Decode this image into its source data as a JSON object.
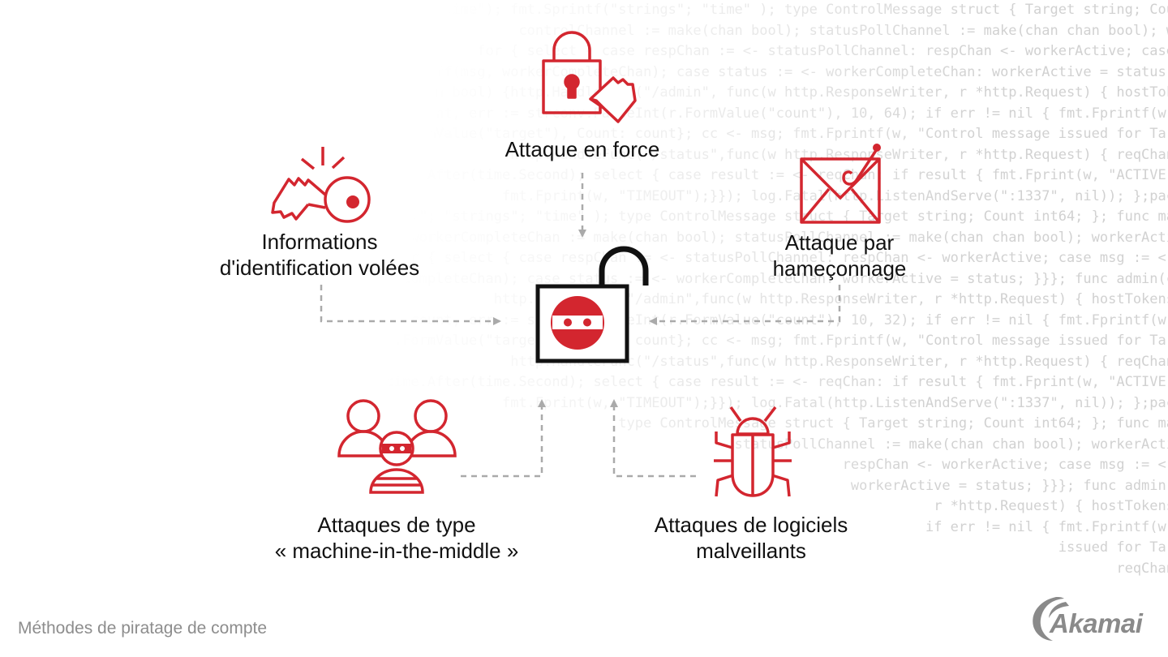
{
  "background_code": [
    "(\"time\"); fmt.Sprintf(\"strings\"; \"time\" ); type ControlMessage struct { Target string; Cou",
    "controlChannel := make(chan bool); statusPollChannel := make(chan chan bool); w",
    "for { select { case respChan := <- statusPollChannel: respChan <- workerActive; case",
    "msg; workerActive = true; go doStuff(msg, workerCompleteChan); case status := <- workerCompleteChan: workerActive = status;",
    "func admin(cc chan ControlMessage, statusPollChannel chan chan bool) {http.HandleFunc(\"/admin\", func(w http.ResponseWriter, r *http.Request) { hostTok",
    "count, err := strconv.ParseInt(r.FormValue(\"count\"), 10, 64); if err != nil { fmt.Fprintf(w,",
    "msg := ControlMessage{Target: r.FormValue(\"target\"), Count: count}; cc <- msg; fmt.Fprintf(w, \"Control message issued for Tar",
    "http.HandleFunc(\"/status\",func(w http.ResponseWriter, r *http.Request) { reqChan",
    "timeout := time.After(time.Second); select { case result := <- reqChan: if result { fmt.Fprint(w, \"ACTIVE\"",
    "fmt.Fprint(w, \"TIMEOUT\");}}); log.Fatal(http.ListenAndServe(\":1337\", nil)); };pac",
    "import ( \"fmt\"; \"html\"; \"log\"; \"net/http\"; \"strconv\"; \"strings\"; \"time\" ); type ControlMessage struct { Target string; Count int64; }; func ma",
    "controlChannel := make(chan ControlMessage);workerCompleteChan := make(chan bool); statusPollChannel := make(chan chan bool); workerActi",
    "for { select { case respChan := <- statusPollChannel: respChan <- workerActive; case msg := <-",
    "workerActive = true; go doStuff(msg, workerCompleteChan); case status := <- workerCompleteChan: workerActive = status; }}}; func admin(c",
    "http.HandleFunc(\"/admin\",func(w http.ResponseWriter, r *http.Request) { hostTokens",
    "count, err := strconv.ParseInt(r.FormValue(\"count\"), 10, 32); if err != nil { fmt.Fprintf(w,",
    "msg := ControlMessage{Target: r.FormValue(\"target\"), Count: count}; cc <- msg; fmt.Fprintf(w, \"Control message issued for Tar",
    "http.HandleFunc(\"/status\",func(w http.ResponseWriter, r *http.Request) { reqChan",
    "timeout := time.After(time.Second); select { case result := <- reqChan: if result { fmt.Fprint(w, \"ACTIVE\"",
    "fmt.Fprint(w, \"TIMEOUT\");}}); log.Fatal(http.ListenAndServe(\":1337\", nil)); };pac",
    "type ControlMessage struct { Target string; Count int64; }; func ma",
    "statusPollChannel := make(chan chan bool); workerActi",
    "respChan <- workerActive; case msg := <-",
    "workerActive = status; }}}; func admin(",
    "r *http.Request) { hostTokens",
    "if err != nil { fmt.Fprintf(w,",
    "issued for Tar",
    "reqChan"
  ],
  "nodes": {
    "top": {
      "lines": [
        "Attaque en force"
      ],
      "icon": "padlock-hand-icon"
    },
    "left": {
      "lines": [
        "Informations",
        "d'identification volées"
      ],
      "icon": "broken-key-icon"
    },
    "right": {
      "lines": [
        "Attaque par",
        "hameçonnage"
      ],
      "icon": "phishing-envelope-icon"
    },
    "bottom_left": {
      "lines": [
        "Attaques de type",
        "« machine-in-the-middle »"
      ],
      "icon": "attacker-in-group-icon"
    },
    "bottom_right": {
      "lines": [
        "Attaques de logiciels",
        "malveillants"
      ],
      "icon": "malware-bug-icon"
    },
    "center": {
      "icon": "unlocked-padlock-masked-attacker-icon"
    }
  },
  "footer": {
    "caption": "Méthodes de piratage de compte"
  },
  "logo": {
    "text": "Akamai"
  },
  "colors": {
    "accent": "#d3262f",
    "ink": "#111111",
    "arrow": "#aaaaaa",
    "caption": "#8d8d8d"
  }
}
